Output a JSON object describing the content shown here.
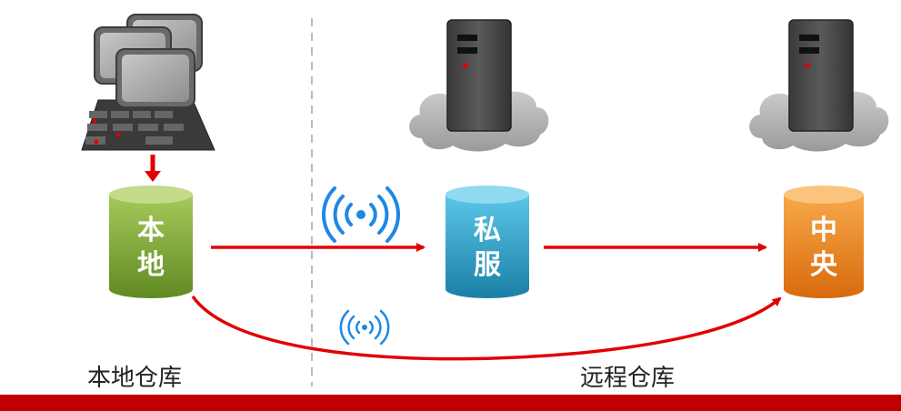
{
  "nodes": {
    "local": {
      "char1": "本",
      "char2": "地"
    },
    "private": {
      "char1": "私",
      "char2": "服"
    },
    "central": {
      "char1": "中",
      "char2": "央"
    }
  },
  "sections": {
    "local_label": "本地仓库",
    "remote_label": "远程仓库"
  },
  "colors": {
    "arrow": "#e00000",
    "local_cylinder": "#7aa332",
    "private_cylinder": "#2a9fc4",
    "central_cylinder": "#f08a1c",
    "footer_bar": "#c00000",
    "wireless": "#1e88e5"
  },
  "icons": [
    "computers-icon",
    "server-icon",
    "cloud-icon",
    "wireless-icon"
  ]
}
